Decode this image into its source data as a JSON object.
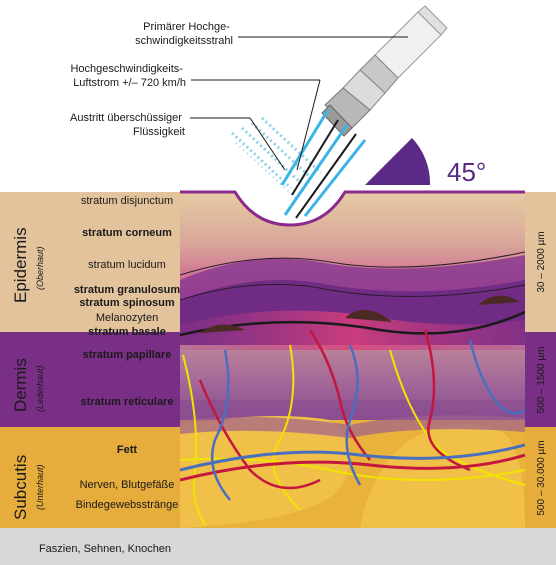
{
  "callouts": {
    "primary_jet": [
      "Primärer Hochge-",
      "schwindigkeitsstrahl"
    ],
    "airflow": [
      "Hochgeschwindigkeits-",
      "Luftstrom +/– 720 km/h"
    ],
    "excess_fluid": [
      "Austritt überschüssiger",
      "Flüssigkeit"
    ]
  },
  "angle_label": "45°",
  "layers": {
    "stratum_disjunctum": "stratum disjunctum",
    "stratum_corneum": "stratum corneum",
    "stratum_lucidum": "stratum lucidum",
    "stratum_granulosum": "stratum granulosum",
    "stratum_spinosum": "stratum spinosum",
    "melanozyten": "Melanozyten",
    "stratum_basale": "stratum basale",
    "stratum_papillare": "stratum papillare",
    "stratum_reticulare": "stratum reticulare",
    "fett": "Fett",
    "nerven": "Nerven, Blutgefäße",
    "bindegewebe": "Bindegewebsstränge",
    "faszien": "Faszien, Sehnen, Knochen"
  },
  "sections": {
    "epidermis": {
      "title": "Epidermis",
      "subtitle": "(Oberhaut)",
      "thickness": "30 – 2000 µm"
    },
    "dermis": {
      "title": "Dermis",
      "subtitle": "(Lederhaut)",
      "thickness": "500 – 1500 µm"
    },
    "subcutis": {
      "title": "Subcutis",
      "subtitle": "(Unterhaut)",
      "thickness": "500 – 30.000 µm"
    }
  },
  "colors": {
    "epidermis_band": "#e2c39b",
    "dermis_band": "#7a2f86",
    "subcutis_band": "#e6ad3c",
    "fascia_band": "#d7d7d7",
    "angle_wedge": "#5a2a86",
    "jet_blue": "#3ab4e6",
    "vessel_red": "#c4173f",
    "vessel_blue": "#4a6fbe",
    "nerve_yellow": "#f3e400",
    "melanocyte": "#4a2a22"
  }
}
